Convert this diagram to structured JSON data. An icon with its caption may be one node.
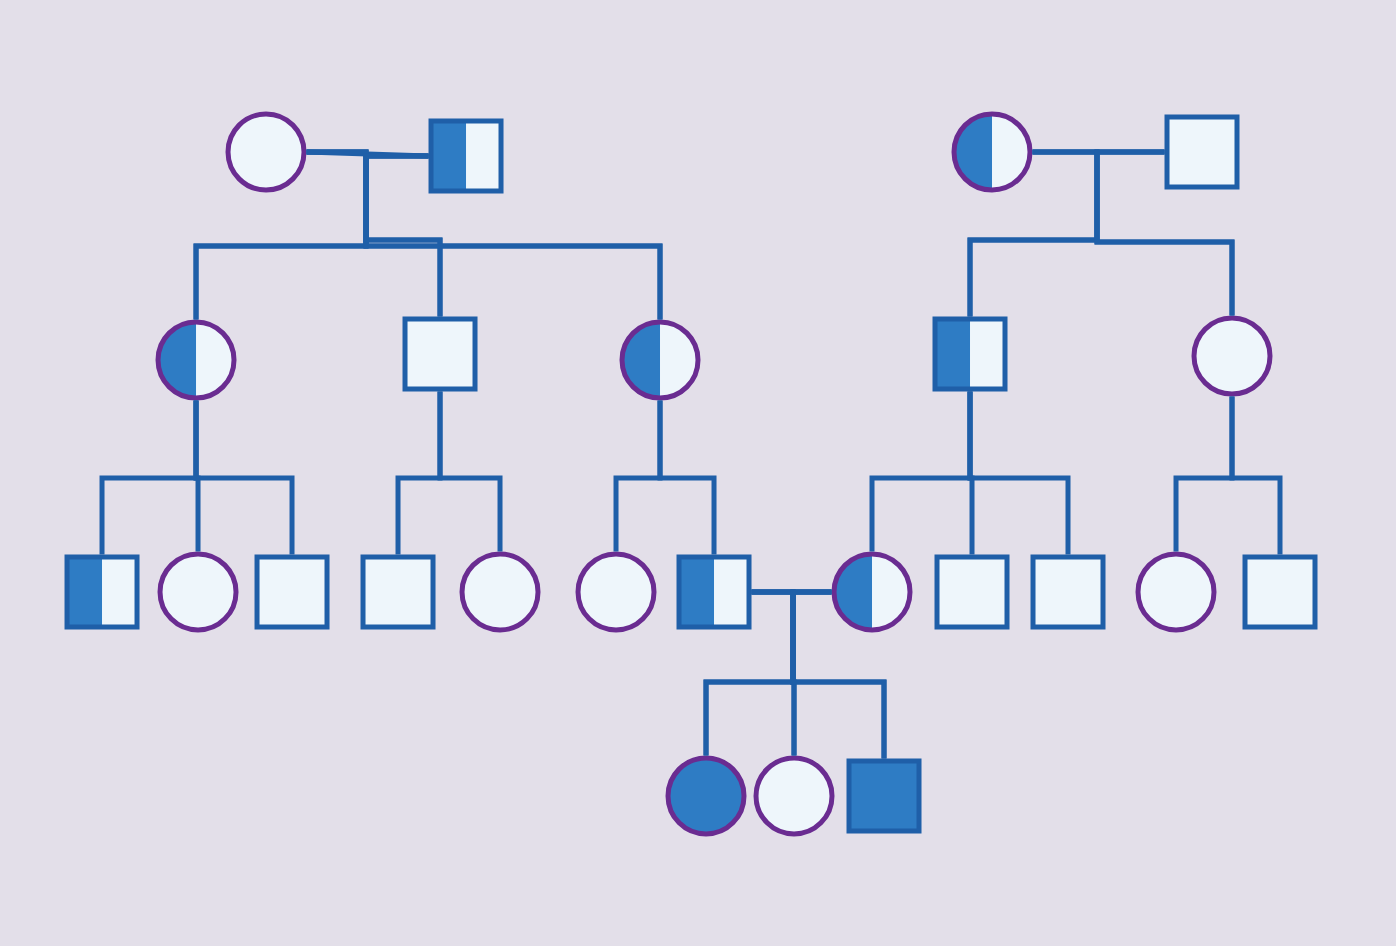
{
  "diagram": {
    "nodes": [
      {
        "text": [],
        "shape": "circle"
      },
      {
        "text": [],
        "shape": "box"
      },
      {
        "text": [],
        "shape": "circle"
      },
      {
        "text": [],
        "shape": "box"
      },
      {
        "text": [],
        "shape": "circle"
      },
      {
        "text": [],
        "shape": "box"
      },
      {
        "text": [],
        "shape": "circle"
      },
      {
        "text": [],
        "shape": "box"
      },
      {
        "text": [],
        "shape": "circle"
      },
      {
        "text": [],
        "shape": "box"
      },
      {
        "text": [],
        "shape": "circle"
      },
      {
        "text": [],
        "shape": "box"
      },
      {
        "text": [],
        "shape": "box"
      },
      {
        "text": [],
        "shape": "circle"
      },
      {
        "text": [],
        "shape": "circle"
      },
      {
        "text": [],
        "shape": "box"
      },
      {
        "text": [],
        "shape": "circle"
      },
      {
        "text": [],
        "shape": "box"
      },
      {
        "text": [],
        "shape": "box"
      },
      {
        "text": [],
        "shape": "circle"
      },
      {
        "text": [],
        "shape": "box"
      },
      {
        "text": [],
        "shape": "circle"
      },
      {
        "text": [],
        "shape": "circle"
      },
      {
        "text": [],
        "shape": "box"
      }
    ],
    "edges": [
      {
        "from": 0,
        "to": 1,
        "arrow": "none"
      },
      {
        "from": 2,
        "to": 3,
        "arrow": "none"
      },
      {
        "from": 15,
        "to": 16,
        "arrow": "none"
      },
      {
        "from": 0,
        "to": 4,
        "arrow": "none"
      },
      {
        "from": 1,
        "to": 4,
        "arrow": "none"
      },
      {
        "from": 0,
        "to": 5,
        "arrow": "none"
      },
      {
        "from": 1,
        "to": 5,
        "arrow": "none"
      },
      {
        "from": 0,
        "to": 6,
        "arrow": "none"
      },
      {
        "from": 1,
        "to": 6,
        "arrow": "none"
      },
      {
        "from": 2,
        "to": 7,
        "arrow": "none"
      },
      {
        "from": 3,
        "to": 7,
        "arrow": "none"
      },
      {
        "from": 2,
        "to": 8,
        "arrow": "none"
      },
      {
        "from": 3,
        "to": 8,
        "arrow": "none"
      },
      {
        "from": 4,
        "to": 9,
        "arrow": "none"
      },
      {
        "from": 4,
        "to": 10,
        "arrow": "none"
      },
      {
        "from": 4,
        "to": 11,
        "arrow": "none"
      },
      {
        "from": 5,
        "to": 12,
        "arrow": "none"
      },
      {
        "from": 5,
        "to": 13,
        "arrow": "none"
      },
      {
        "from": 6,
        "to": 14,
        "arrow": "none"
      },
      {
        "from": 6,
        "to": 15,
        "arrow": "none"
      },
      {
        "from": 7,
        "to": 16,
        "arrow": "none"
      },
      {
        "from": 7,
        "to": 17,
        "arrow": "none"
      },
      {
        "from": 7,
        "to": 18,
        "arrow": "none"
      },
      {
        "from": 8,
        "to": 19,
        "arrow": "none"
      },
      {
        "from": 8,
        "to": 20,
        "arrow": "none"
      },
      {
        "from": 15,
        "to": 21,
        "arrow": "none"
      },
      {
        "from": 16,
        "to": 21,
        "arrow": "none"
      },
      {
        "from": 15,
        "to": 22,
        "arrow": "none"
      },
      {
        "from": 16,
        "to": 22,
        "arrow": "none"
      },
      {
        "from": 15,
        "to": 23,
        "arrow": "none"
      },
      {
        "from": 16,
        "to": 23,
        "arrow": "none"
      }
    ]
  }
}
